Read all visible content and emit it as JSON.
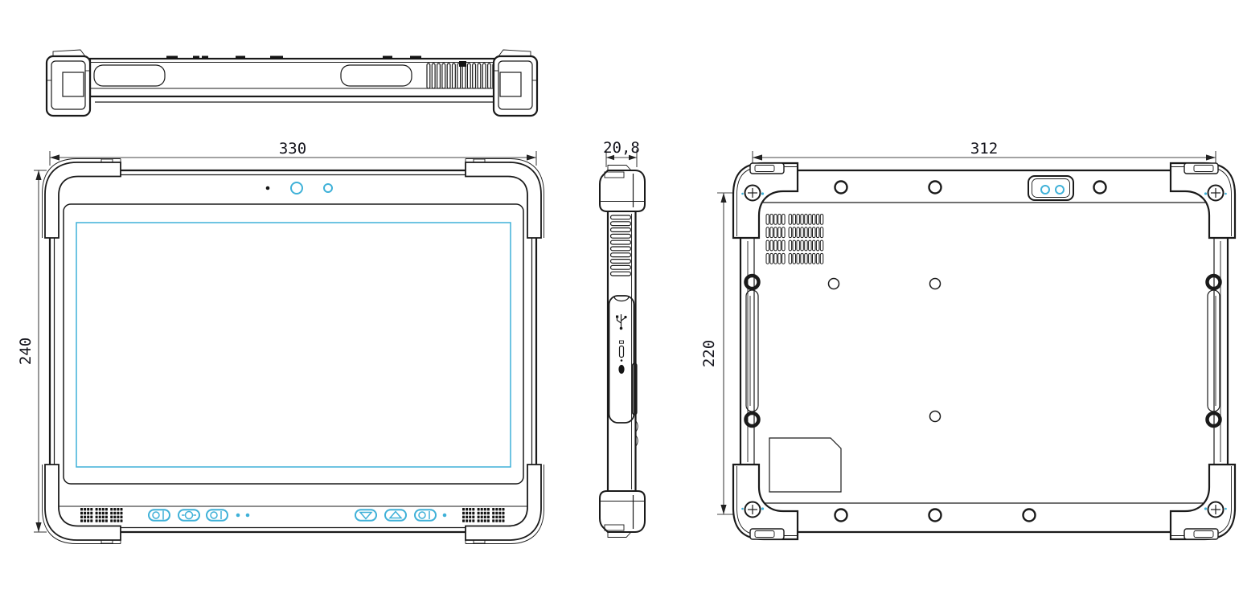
{
  "drawing": {
    "line_color": "#1a1a1a",
    "dimension_line_color": "#454545",
    "accent_color": "#3fb1d8",
    "views": {
      "front": {
        "width_mm": "330",
        "height_mm": "240"
      },
      "side": {
        "thickness_mm": "20,8"
      },
      "back": {
        "width_mm": "312",
        "height_mm": "220"
      }
    },
    "icons": {
      "microphone": "dot",
      "front_camera": "circle",
      "ambient_light_sensor": "circle",
      "function_button_1": "circle-bar-pill",
      "function_button_2": "circle-pill",
      "function_button_3": "circle-bar-pill",
      "volume_down_button": "triangle-down-pill",
      "volume_up_button": "triangle-up-pill",
      "power_button": "circle-bar-pill",
      "rear_camera_module": "two-circles",
      "corner_screw": "circle-cross"
    }
  }
}
